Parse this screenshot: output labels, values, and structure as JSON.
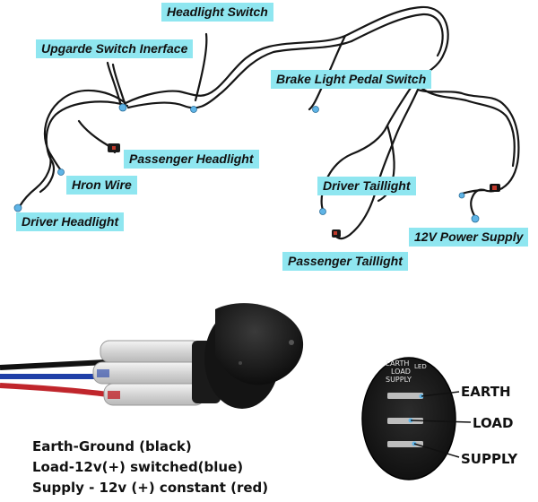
{
  "harness": {
    "labels": {
      "headlight_switch": "Headlight Switch",
      "upgrade_switch_interface": "Upgarde Switch Inerface",
      "brake_light_pedal_switch": "Brake Light Pedal Switch",
      "passenger_headlight": "Passenger Headlight",
      "horn_wire": "Hron Wire",
      "driver_headlight": "Driver Headlight",
      "driver_taillight": "Driver Taillight",
      "power_supply": "12V Power Supply",
      "passenger_taillight": "Passenger Taillight"
    },
    "accent_color": "#8fe6f0"
  },
  "legend": {
    "earth": "Earth-Ground (black)",
    "load": "Load-12v(+) switched(blue)",
    "supply": "Supply - 12v (+) constant (red)"
  },
  "switch_face": {
    "earth_small": "EARTH",
    "led_small": "LED",
    "load_small": "LOAD",
    "supply_small": "SUPPLY"
  },
  "pins": {
    "earth": "EARTH",
    "load": "LOAD",
    "supply": "SUPPLY"
  }
}
